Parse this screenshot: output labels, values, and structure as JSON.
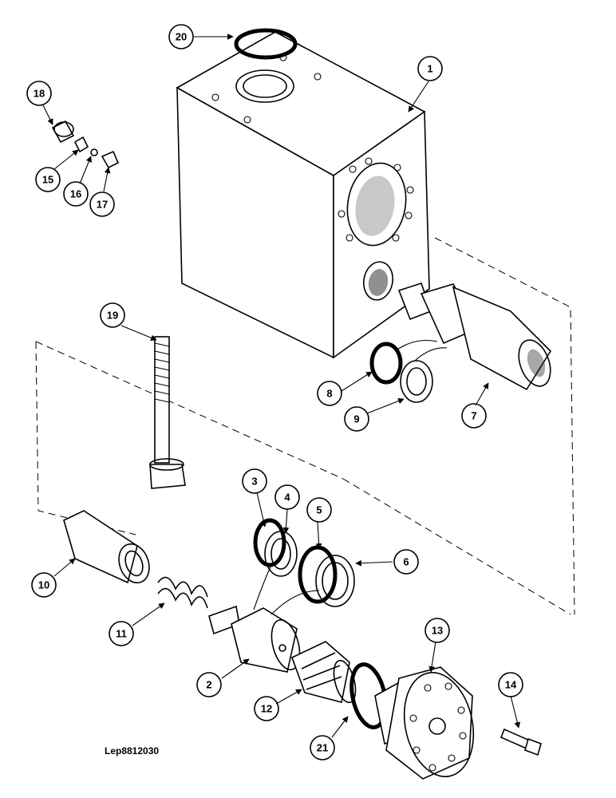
{
  "drawing": {
    "reference": "Lep8812030",
    "callouts": [
      "20",
      "1",
      "18",
      "15",
      "16",
      "17",
      "19",
      "8",
      "9",
      "7",
      "3",
      "4",
      "5",
      "6",
      "10",
      "11",
      "2",
      "13",
      "12",
      "14",
      "21"
    ]
  }
}
